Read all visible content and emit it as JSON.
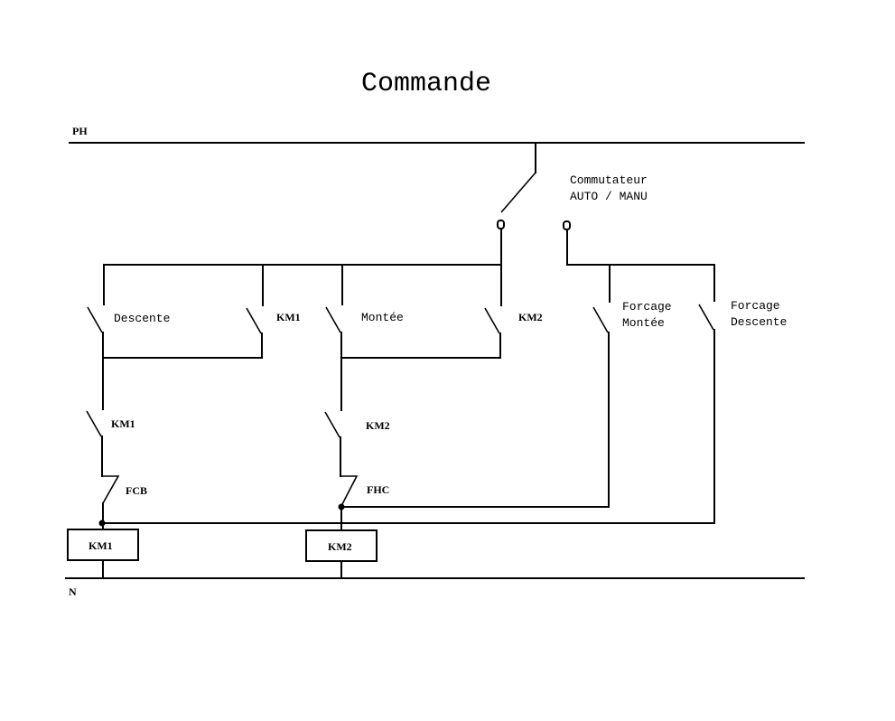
{
  "title": "Commande",
  "rails": {
    "phase": "PH",
    "neutral": "N"
  },
  "selector": {
    "label_line1": "Commutateur",
    "label_line2": "AUTO / MANU"
  },
  "contacts": {
    "descente": "Descente",
    "km1_hold": "KM1",
    "montee": "Montée",
    "km2_hold": "KM2",
    "forcage_montee_l1": "Forcage",
    "forcage_montee_l2": "Montée",
    "forcage_descente_l1": "Forcage",
    "forcage_descente_l2": "Descente",
    "km1_interlock": "KM1",
    "km2_interlock": "KM2",
    "fcb": "FCB",
    "fhc": "FHC"
  },
  "coils": {
    "km1": "KM1",
    "km2": "KM2"
  },
  "colors": {
    "line": "#000000",
    "background": "#ffffff"
  }
}
